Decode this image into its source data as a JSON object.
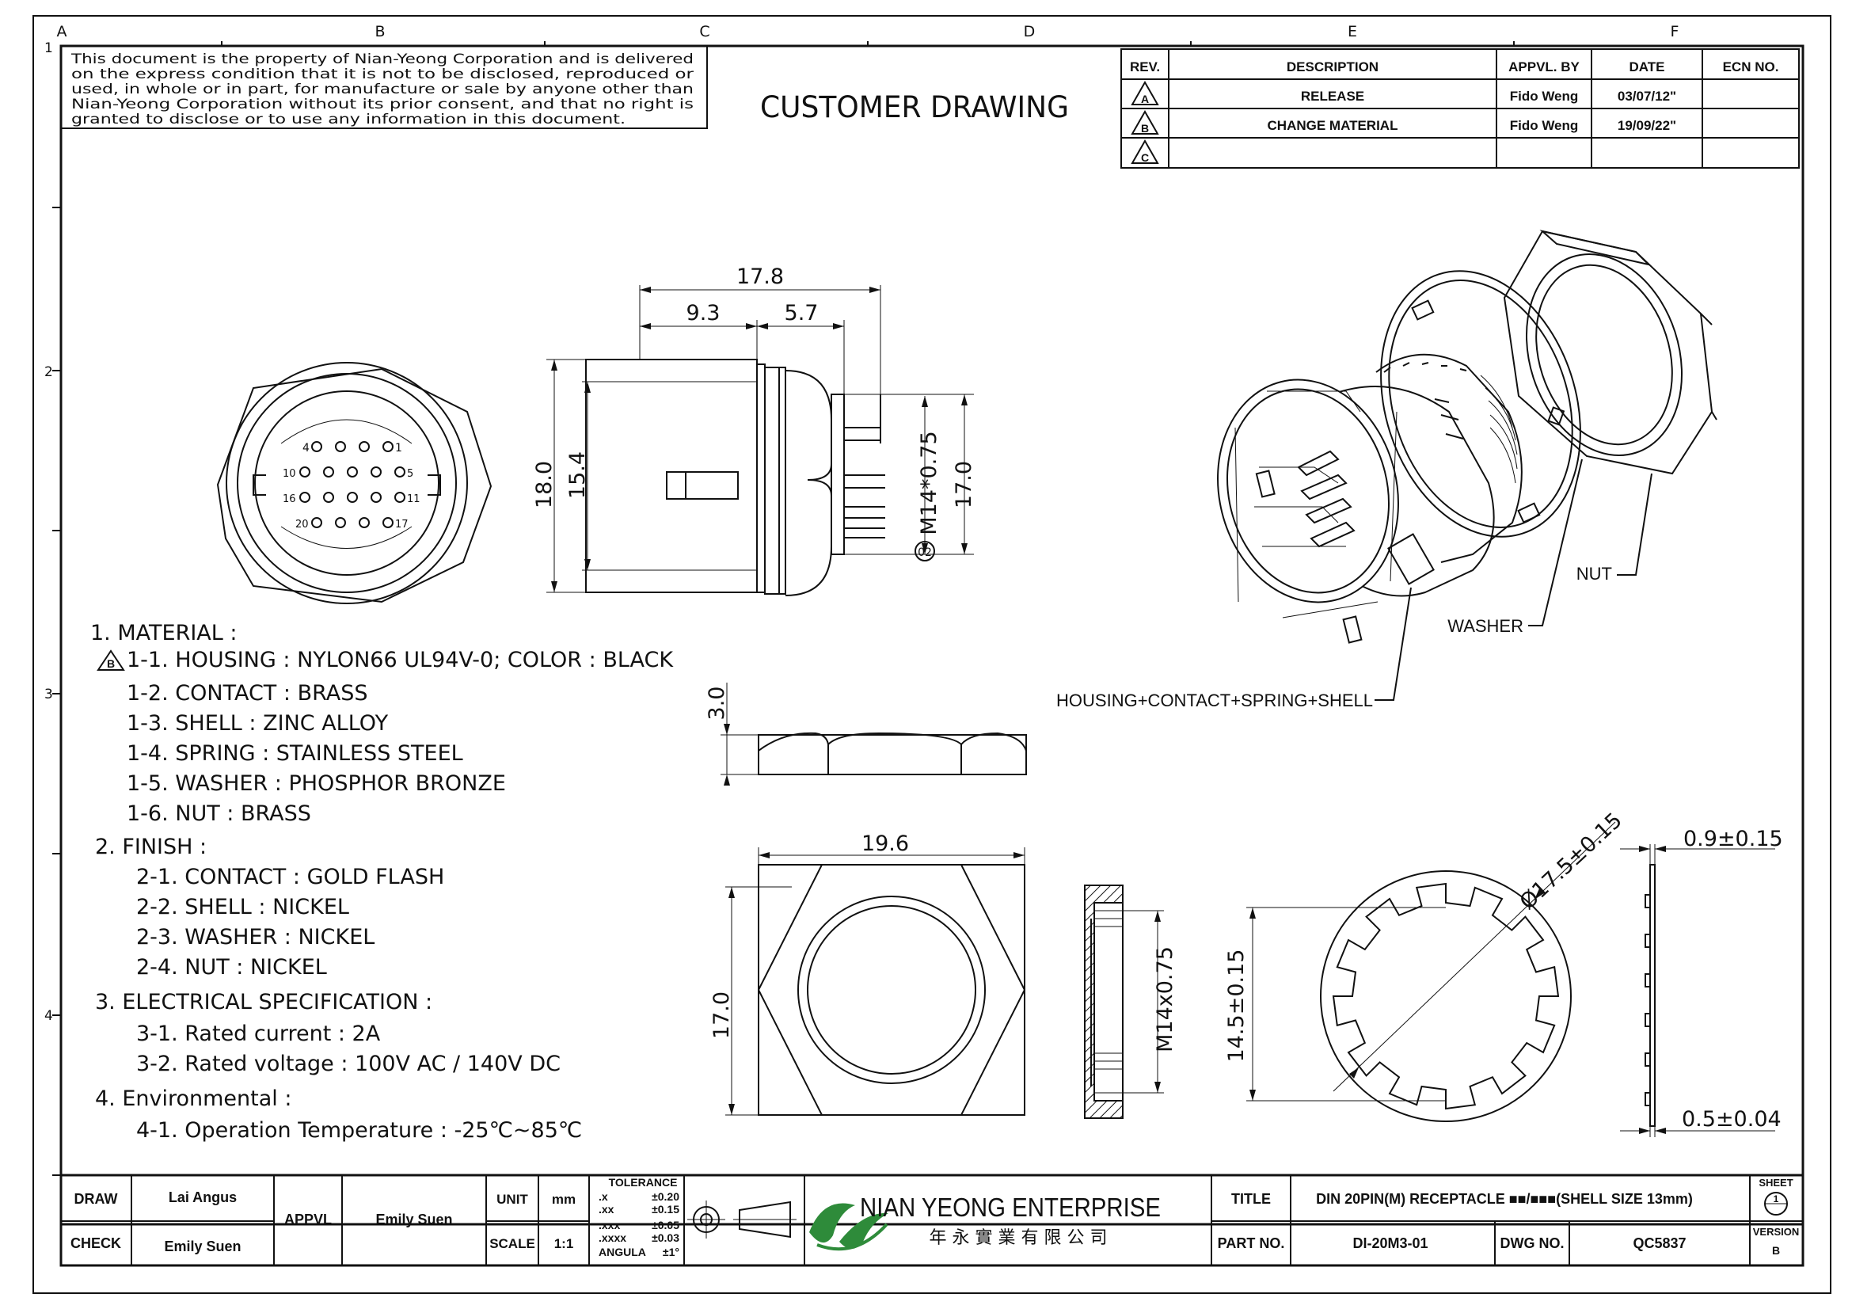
{
  "header": {
    "notice_lines": [
      "This document is the property of Nian-Yeong Corporation and is delivered",
      "on  the  express condition that it is not to be disclosed, reproduced or",
      "used, in whole or in part, for manufacture or sale by anyone other than",
      "Nian-Yeong Corporation without  its prior consent, and that  no right  is",
      "granted to disclose or to use any information in this  document."
    ],
    "drawing_type": "CUSTOMER  DRAWING"
  },
  "grid": {
    "columns": [
      "A",
      "B",
      "C",
      "D",
      "E",
      "F"
    ],
    "rows": [
      "1",
      "2",
      "3",
      "4"
    ]
  },
  "revision_table": {
    "headers": [
      "REV.",
      "DESCRIPTION",
      "APPVL. BY",
      "DATE",
      "ECN NO."
    ],
    "rows": [
      {
        "rev": "A",
        "description": "RELEASE",
        "approved_by": "Fido Weng",
        "date": "03/07/12\"",
        "ecn": ""
      },
      {
        "rev": "B",
        "description": "CHANGE MATERIAL",
        "approved_by": "Fido Weng",
        "date": "19/09/22\"",
        "ecn": ""
      },
      {
        "rev": "C",
        "description": "",
        "approved_by": "",
        "date": "",
        "ecn": ""
      }
    ]
  },
  "front_view": {
    "pin_labels": [
      "4",
      "1",
      "10",
      "5",
      "16",
      "11",
      "20",
      "17"
    ],
    "callout": "02"
  },
  "dimensions": {
    "overall_length": "17.8",
    "front_length": "9.3",
    "rear_length": "5.7",
    "body_height": "18.0",
    "body_inner": "15.4",
    "thread": "M14*0.75",
    "thread_dia": "17.0",
    "nut_thickness": "3.0",
    "nut_width": "19.6",
    "nut_flat": "17.0",
    "nut_thread": "M14x0.75",
    "washer_dia": "Ø17.5±0.15",
    "washer_inner": "14.5±0.15",
    "washer_thickness": "0.9±0.15",
    "washer_tab": "0.5±0.04"
  },
  "iso_labels": {
    "nut": "NUT",
    "washer": "WASHER",
    "housing": "HOUSING+CONTACT+SPRING+SHELL"
  },
  "notes": {
    "material_title": "1. MATERIAL :",
    "material": [
      "1-1. HOUSING : NYLON66 UL94V-0; COLOR : BLACK",
      "1-2. CONTACT : BRASS",
      "1-3. SHELL : ZINC ALLOY",
      "1-4. SPRING : STAINLESS STEEL",
      "1-5. WASHER : PHOSPHOR BRONZE",
      "1-6. NUT : BRASS"
    ],
    "material_rev_flag": "B",
    "finish_title": "2. FINISH :",
    "finish": [
      "2-1. CONTACT : GOLD FLASH",
      "2-2. SHELL : NICKEL",
      "2-3. WASHER : NICKEL",
      "2-4. NUT : NICKEL"
    ],
    "electrical_title": "3. ELECTRICAL SPECIFICATION :",
    "electrical": [
      "3-1. Rated current : 2A",
      "3-2. Rated voltage : 100V AC / 140V DC"
    ],
    "environmental_title": "4. Environmental :",
    "environmental": [
      "4-1. Operation Temperature : -25℃~85℃"
    ]
  },
  "title_block": {
    "draw_label": "DRAW",
    "draw_name": "Lai Angus",
    "check_label": "CHECK",
    "check_name": "Emily Suen",
    "appvl_label": "APPVL",
    "appvl_name": "Emily Suen",
    "unit_label": "UNIT",
    "unit_value": "mm",
    "scale_label": "SCALE",
    "scale_value": "1:1",
    "tolerance_title": "TOLERANCE",
    "tolerance_rows": [
      [
        ".x",
        "±0.20"
      ],
      [
        ".xx",
        "±0.15"
      ],
      [
        ".xxx",
        "±0.05"
      ],
      [
        ".xxxx",
        "±0.03"
      ],
      [
        "ANGULA",
        "±1°"
      ]
    ],
    "company_name": "NIAN YEONG ENTERPRISE",
    "company_name_cn": "年 永 實 業 有 限 公 司",
    "title_label": "TITLE",
    "title_value": "DIN  20PIN(M)  RECEPTACLE ■■/■■■(SHELL  SIZE  13mm)",
    "part_label": "PART NO.",
    "part_value": "DI-20M3-01",
    "dwg_label": "DWG NO.",
    "dwg_value": "QC5837",
    "sheet_label": "SHEET",
    "sheet_value": "1",
    "version_label": "VERSION",
    "version_value": "B",
    "logo_color": "#2e8b3a"
  }
}
